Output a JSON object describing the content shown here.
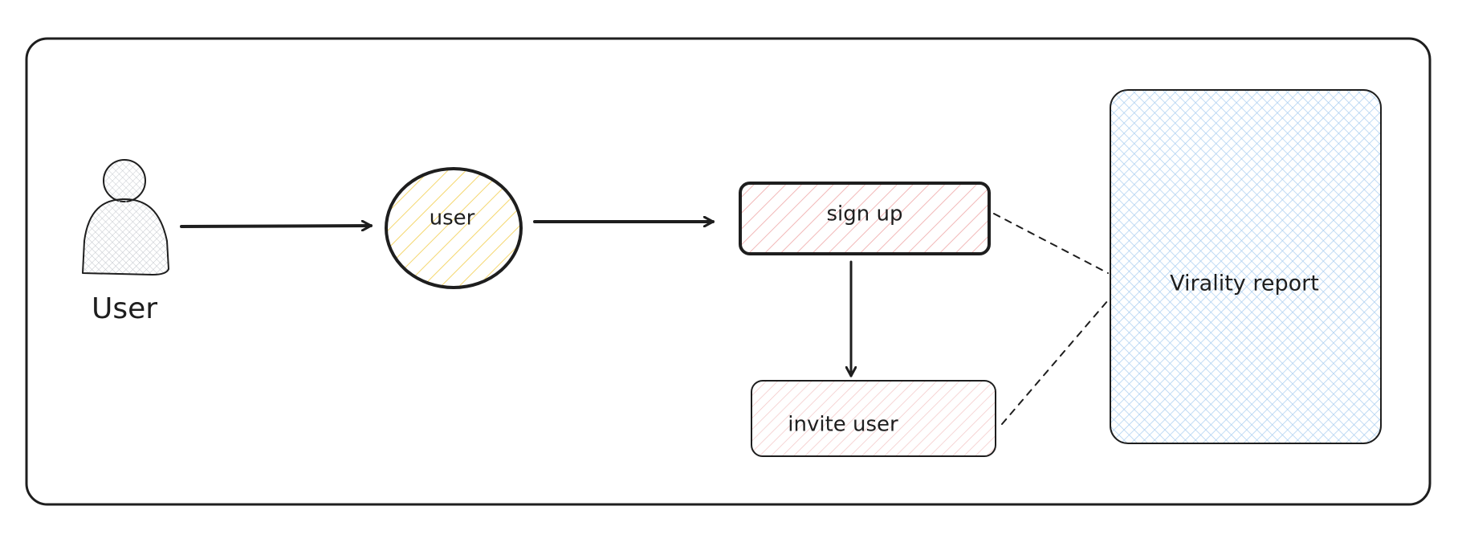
{
  "diagram": {
    "actor_label": "User",
    "user_node_label": "user",
    "signup_label": "sign up",
    "invite_label": "invite user",
    "report_label": "Virality report"
  },
  "colors": {
    "stroke": "#1e1e1e",
    "user_node_hatch": "#f5d76e",
    "signup_hatch": "#f2b8b8",
    "invite_hatch": "#f2c2c2",
    "report_hatch": "#a8cdf0",
    "actor_hatch": "#b9bec6"
  },
  "icons": {
    "actor": "person-icon"
  }
}
